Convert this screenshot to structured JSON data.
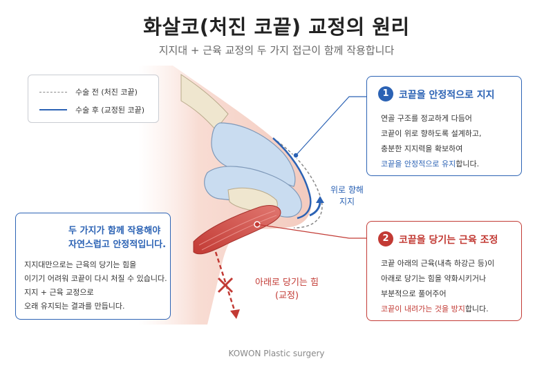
{
  "title": "화살코(처진 코끝) 교정의 원리",
  "subtitle": "지지대 + 근육 교정의 두 가지 접근이 함께 작용합니다",
  "legend": {
    "before": "수술 전 (처진 코끝)",
    "after": "수술 후 (교정된 코끝)"
  },
  "box1": {
    "number": "1",
    "title": "코끝을 안정적으로 지지",
    "line1": "연골 구조를 정교하게 다듬어",
    "line2": "코끝이 위로 향하도록 설계하고,",
    "line3": "충분한 지지력을 확보하여",
    "line4_highlight": "코끝을 안정적으로 유지",
    "line4_rest": "합니다."
  },
  "box2": {
    "number": "2",
    "title": "코끝을 당기는 근육 조정",
    "line1": "코끝 아래의 근육(내측 하강근 등)이",
    "line2": "아래로 당기는 힘을 약화시키거나",
    "line3": "부분적으로 풀어주어",
    "line4_highlight": "코끝이 내려가는 것을 방지",
    "line4_rest": "합니다."
  },
  "box3": {
    "title_line1": "두 가지가 함께 작용해야",
    "title_line2": "자연스럽고 안정적입니다.",
    "line1": "지지대만으로는 근육의 당기는 힘을",
    "line2": "이기기 어려워 코끝이 다시 처질 수 있습니다.",
    "line3": "지지 + 근육 교정으로",
    "line4": "오래 유지되는 결과를 만듭니다."
  },
  "labels": {
    "support_up_line1": "위로 향해",
    "support_up_line2": "지지",
    "pull_down_line1": "아래로 당기는 힘",
    "pull_down_line2": "(교정)"
  },
  "footer": "KOWON Plastic surgery",
  "colors": {
    "blue": "#2b62b4",
    "red": "#c23a34",
    "skin": "#f6d9cf",
    "cartilage": "#c9dcf0",
    "muscle": "#d9534f",
    "bone": "#efe6cf"
  }
}
